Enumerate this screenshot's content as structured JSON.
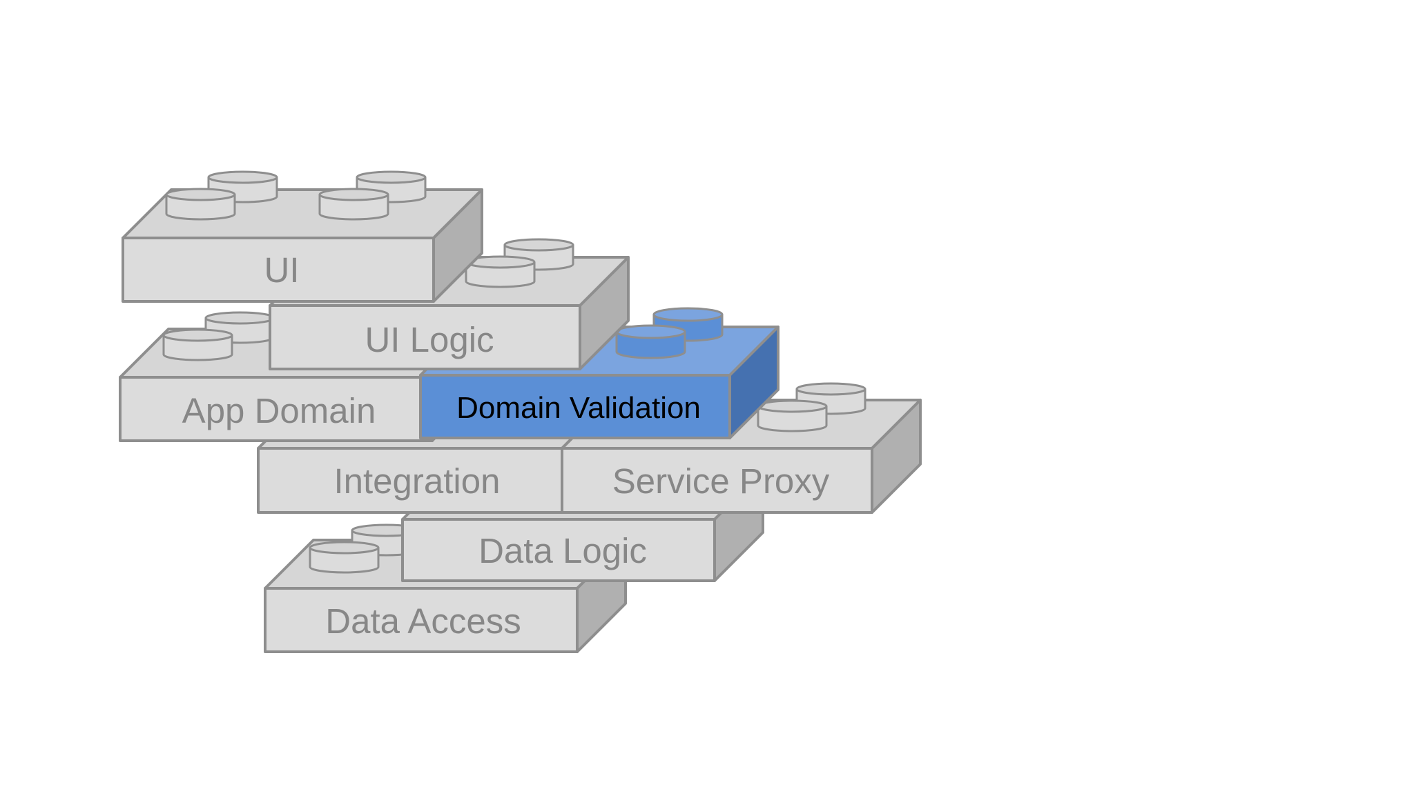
{
  "diagram": {
    "colors": {
      "brick_front": "#dcdcdc",
      "brick_top": "#d6d6d6",
      "brick_side": "#b0b0b0",
      "brick_stroke": "#8e8e8e",
      "label_gray": "#878787",
      "highlight_front": "#5b8fd6",
      "highlight_top": "#7ba4df",
      "highlight_side": "#4571b0",
      "highlight_label": "#000000"
    },
    "bricks": [
      {
        "id": "data-access",
        "label": "Data Access",
        "highlighted": false
      },
      {
        "id": "data-logic",
        "label": "Data Logic",
        "highlighted": false
      },
      {
        "id": "integration",
        "label": "Integration",
        "highlighted": false
      },
      {
        "id": "service-proxy",
        "label": "Service Proxy",
        "highlighted": false
      },
      {
        "id": "app-domain",
        "label": "App Domain",
        "highlighted": false
      },
      {
        "id": "domain-validation",
        "label": "Domain Validation",
        "highlighted": true
      },
      {
        "id": "ui-logic",
        "label": "UI Logic",
        "highlighted": false
      },
      {
        "id": "ui",
        "label": "UI",
        "highlighted": false
      }
    ]
  }
}
